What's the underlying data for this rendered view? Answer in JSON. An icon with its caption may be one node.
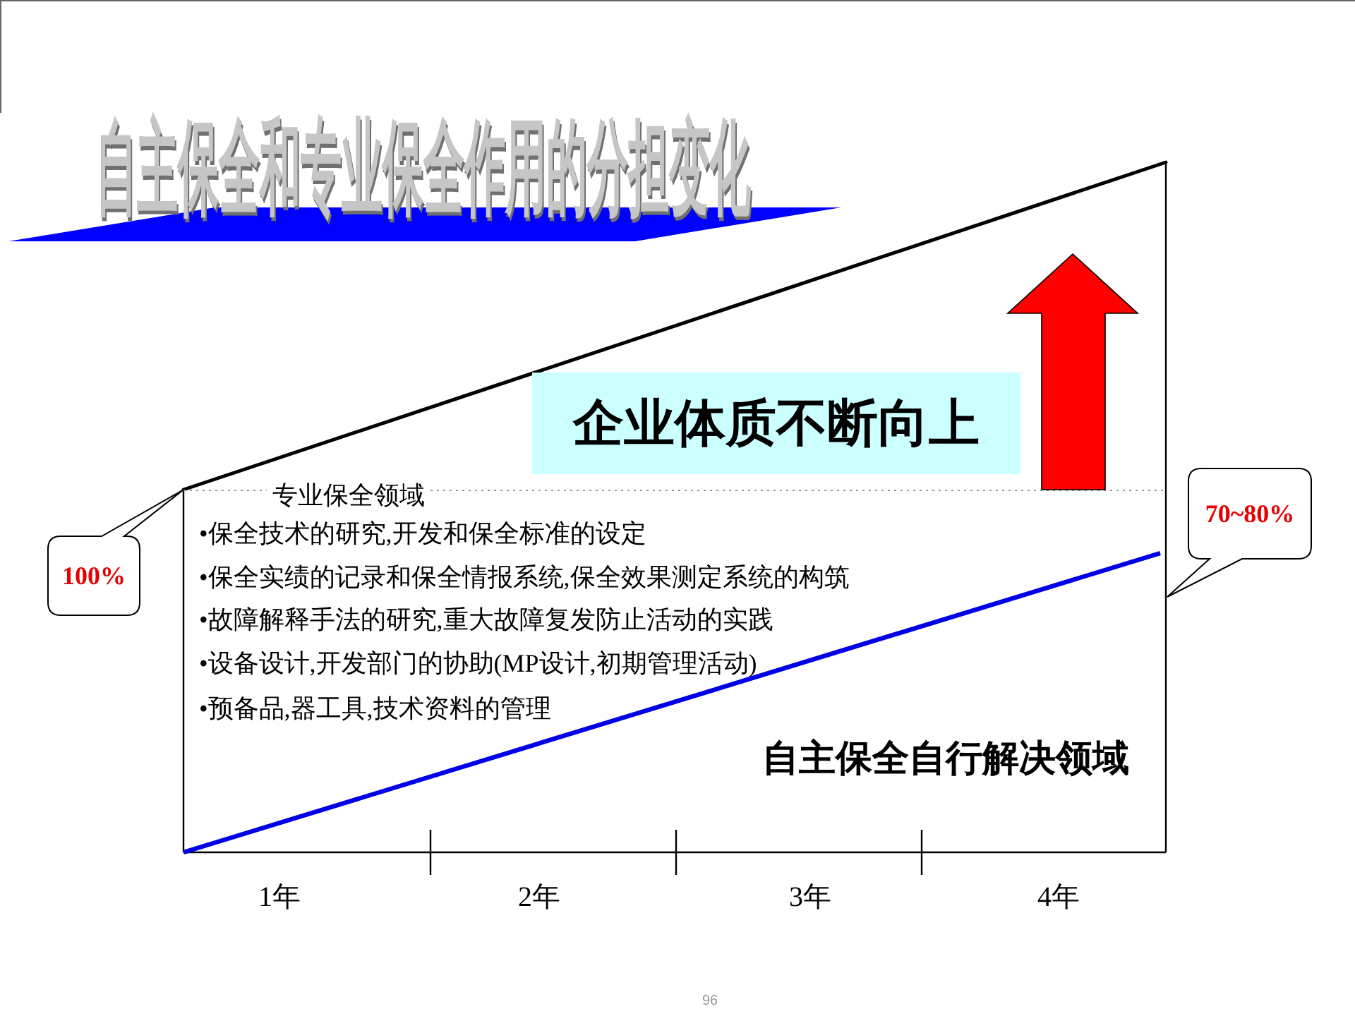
{
  "diagram": {
    "title": "自主保全和专业保全作用的分担变化",
    "nodes": [
      {
        "text": [
          "100%"
        ]
      },
      {
        "text": [
          "企业体质不断向上"
        ]
      },
      {
        "text": [
          "70~80%"
        ]
      }
    ],
    "labels": [
      "专业保全领域",
      "•保全技术的研究,开发和保全标准的设定",
      "•保全实绩的记录和保全情报系统,保全效果测定系统的构筑",
      "•故障解释手法的研究,重大故障复发防止活动的实践",
      "•设备设计,开发部门的协助(MP设计,初期管理活动)",
      "•预备品,器工具,技术资料的管理",
      "自主保全自行解决领域",
      "1年",
      "2年",
      "3年",
      "4年",
      "96"
    ]
  }
}
